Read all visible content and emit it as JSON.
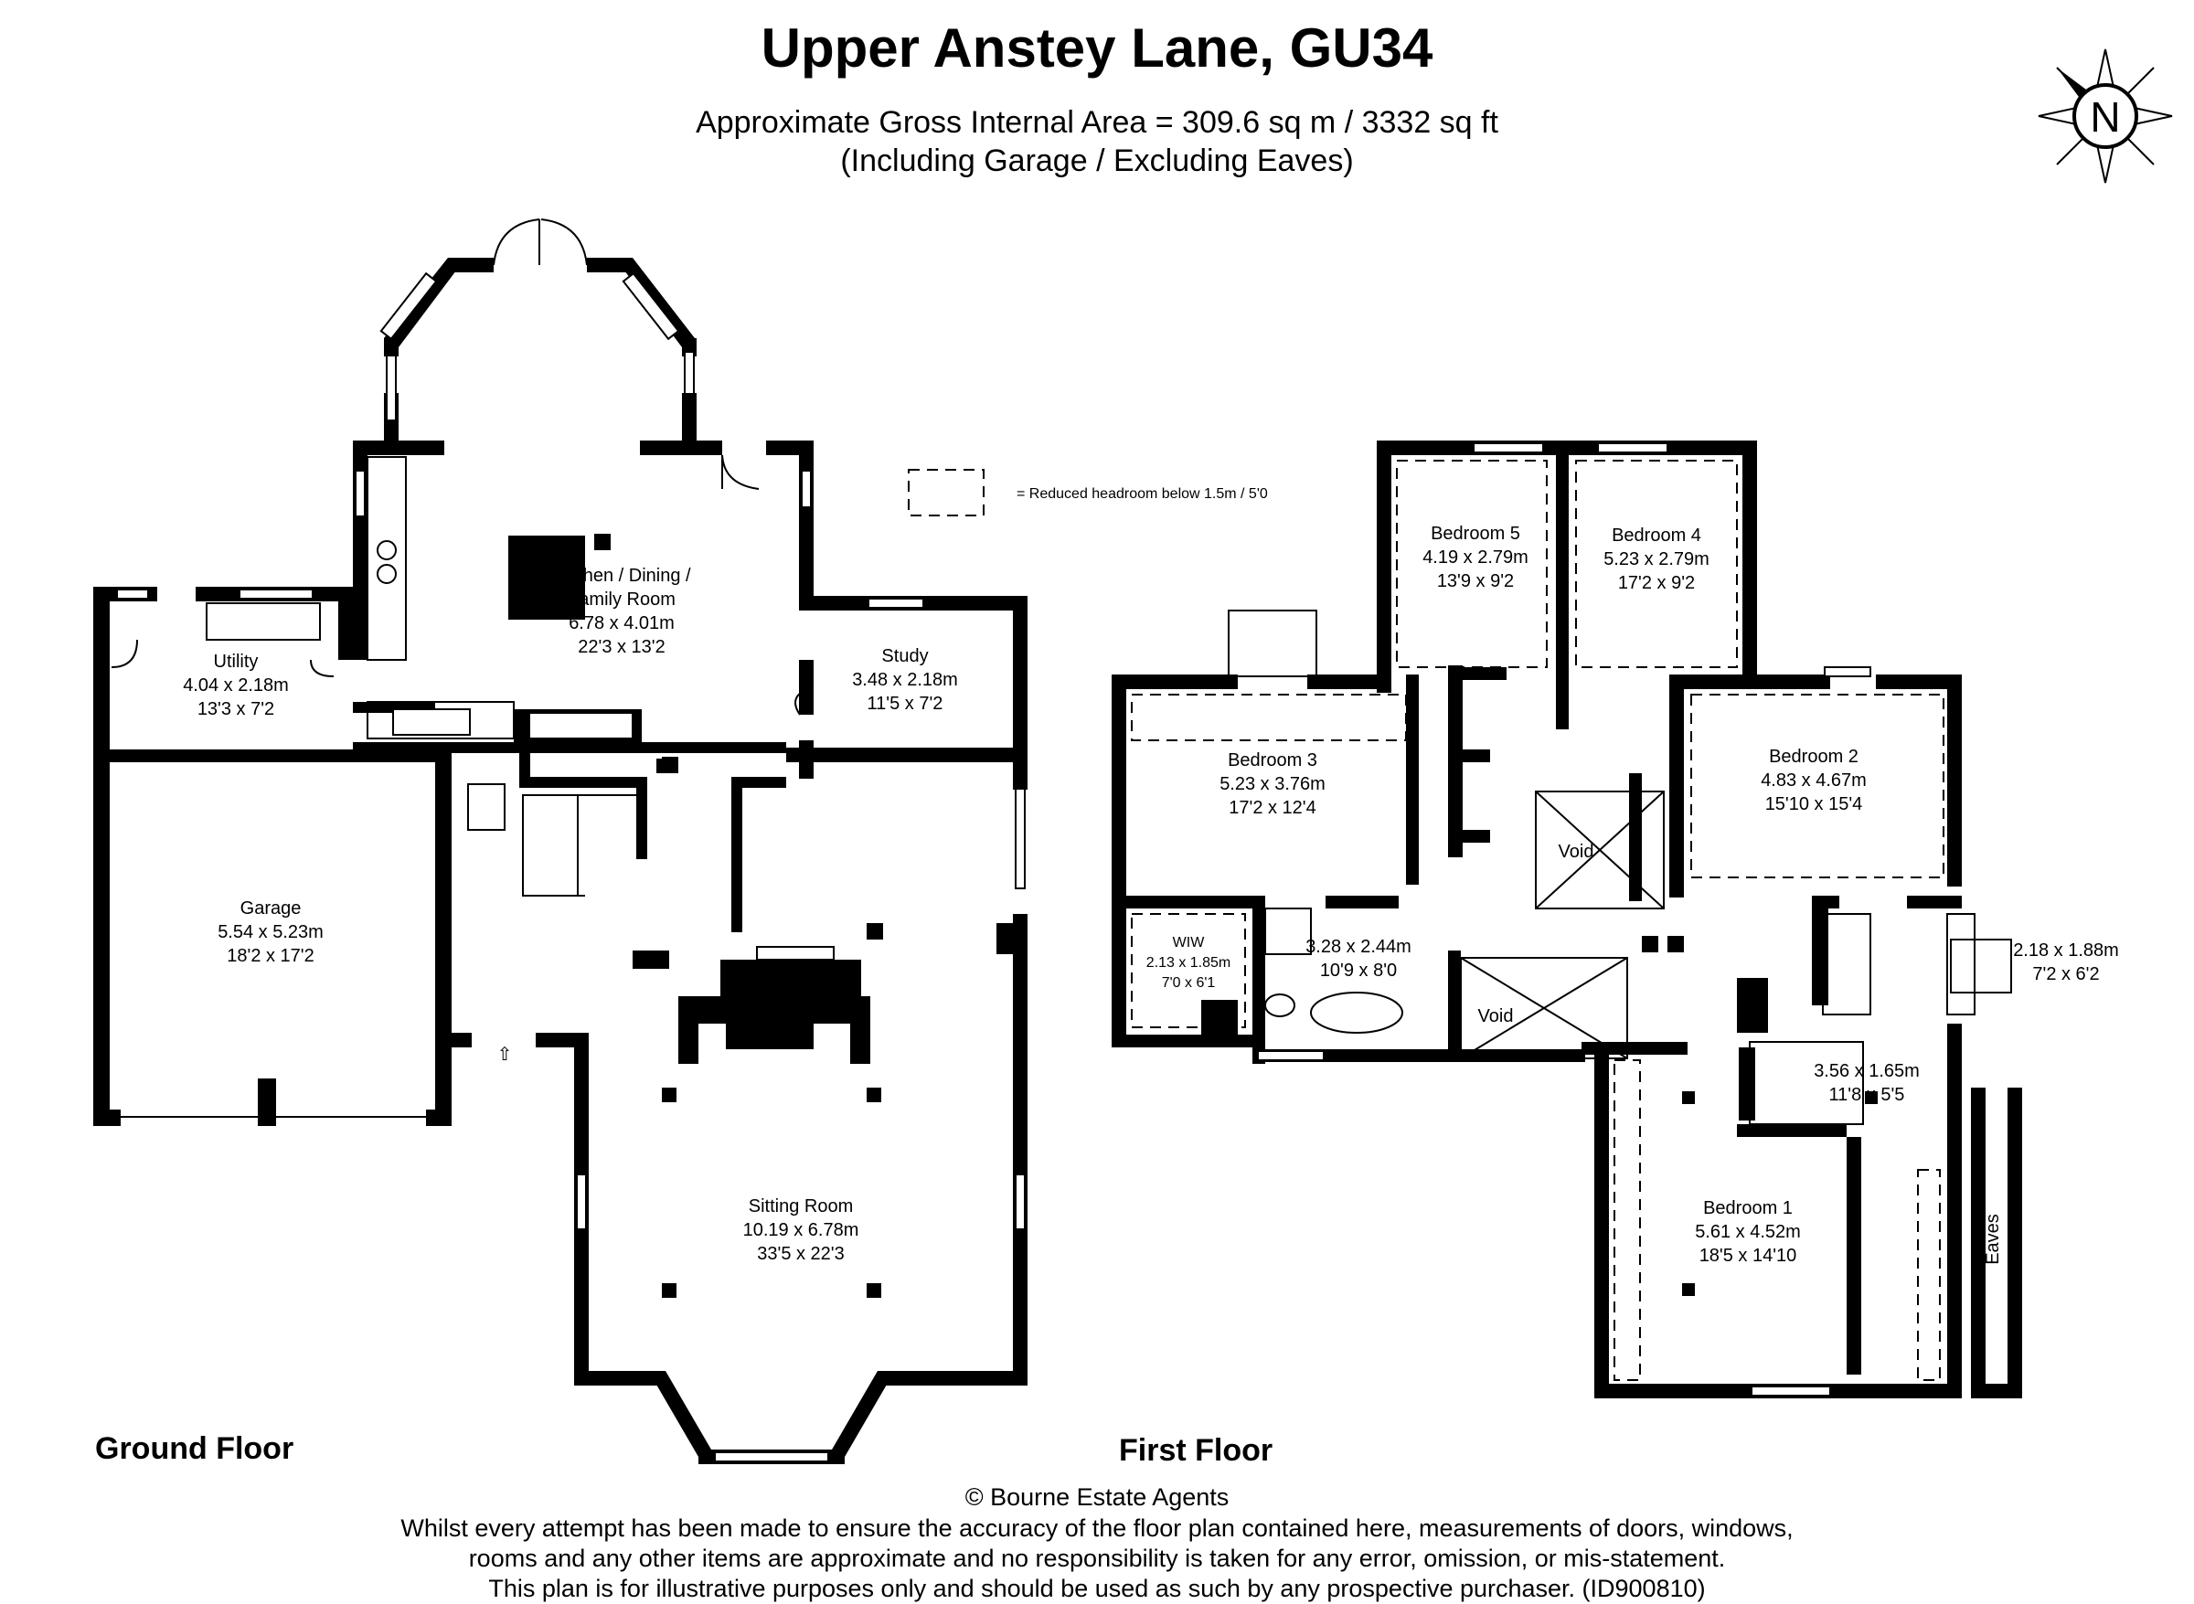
{
  "header": {
    "title": "Upper Anstey Lane, GU34",
    "area_line": "Approximate Gross Internal Area = 309.6 sq m / 3332 sq ft",
    "note_line": "(Including Garage / Excluding Eaves)"
  },
  "legend": {
    "headroom_text": "= Reduced headroom below 1.5m / 5'0"
  },
  "compass": {
    "letter": "N"
  },
  "ground_floor": {
    "label": "Ground Floor",
    "rooms": [
      {
        "name": "Kitchen / Dining /",
        "name2": "Family Room",
        "metric": "6.78 x 4.01m",
        "imperial": "22'3 x 13'2"
      },
      {
        "name": "Utility",
        "metric": "4.04 x 2.18m",
        "imperial": "13'3 x 7'2"
      },
      {
        "name": "Study",
        "metric": "3.48 x 2.18m",
        "imperial": "11'5 x 7'2"
      },
      {
        "name": "Garage",
        "metric": "5.54 x 5.23m",
        "imperial": "18'2 x 17'2"
      },
      {
        "name": "Sitting Room",
        "metric": "10.19 x 6.78m",
        "imperial": "33'5 x 22'3"
      }
    ]
  },
  "first_floor": {
    "label": "First Floor",
    "rooms": [
      {
        "name": "Bedroom 5",
        "metric": "4.19 x 2.79m",
        "imperial": "13'9 x 9'2"
      },
      {
        "name": "Bedroom 4",
        "metric": "5.23 x 2.79m",
        "imperial": "17'2 x 9'2"
      },
      {
        "name": "Bedroom 3",
        "metric": "5.23 x 3.76m",
        "imperial": "17'2 x 12'4"
      },
      {
        "name": "Bedroom 2",
        "metric": "4.83 x 4.67m",
        "imperial": "15'10 x 15'4"
      },
      {
        "name": "Bedroom 1",
        "metric": "5.61 x 4.52m",
        "imperial": "18'5 x 14'10"
      },
      {
        "name": "WIW",
        "metric": "2.13 x 1.85m",
        "imperial": "7'0 x 6'1"
      },
      {
        "name": "",
        "metric": "3.28 x 2.44m",
        "imperial": "10'9 x 8'0"
      },
      {
        "name": "",
        "metric": "2.18 x 1.88m",
        "imperial": "7'2 x 6'2"
      },
      {
        "name": "",
        "metric": "3.56 x 1.65m",
        "imperial": "11'8 x 5'5"
      }
    ],
    "void_labels": [
      "Void",
      "Void"
    ],
    "eaves_label": "Eaves"
  },
  "footer": {
    "copyright": "© Bourne Estate Agents",
    "line1": "Whilst every attempt has been made to ensure the accuracy of the floor plan contained here, measurements of doors, windows,",
    "line2": "rooms and any other items are approximate and no responsibility is taken for any error, omission, or mis-statement.",
    "line3": "This plan is for illustrative purposes only and should be used as such by any prospective purchaser. (ID900810)"
  }
}
